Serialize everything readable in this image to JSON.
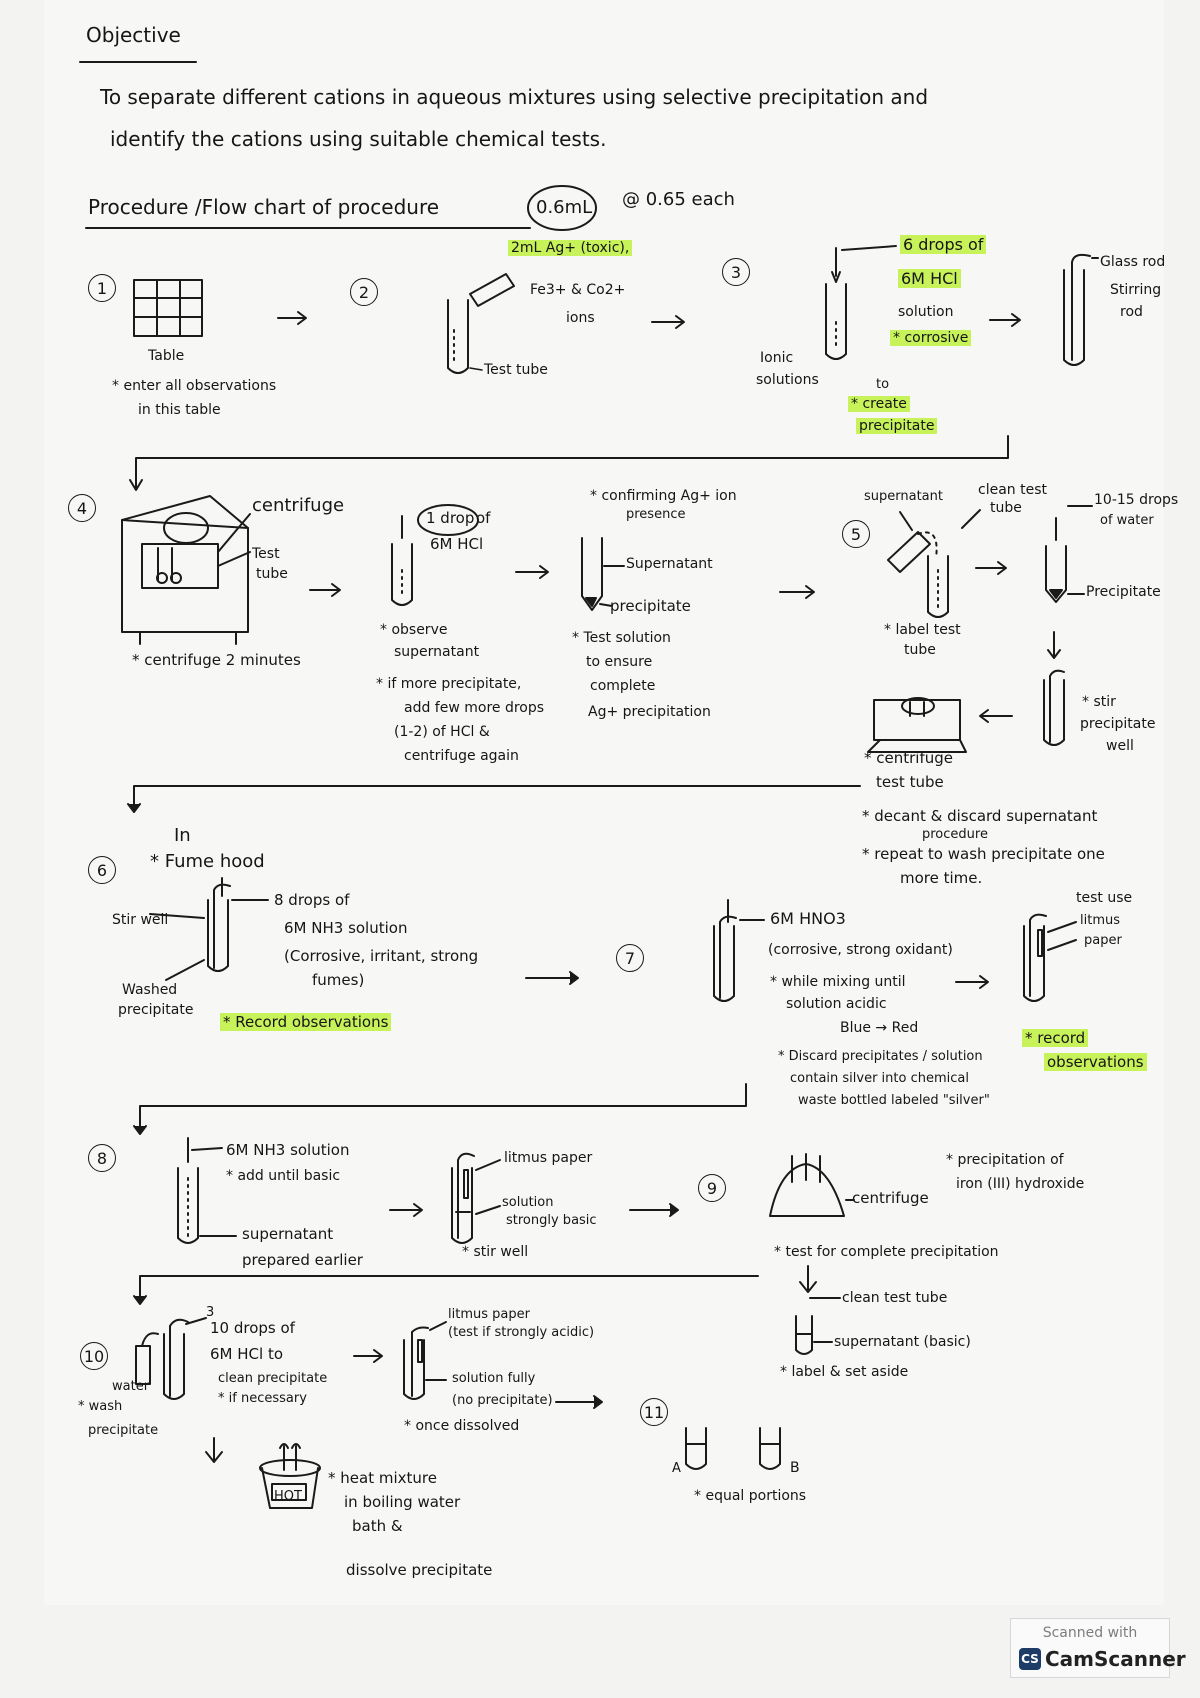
{
  "objective": {
    "heading": "Objective",
    "line1": "To separate different cations in aqueous mixtures using selective precipitation and",
    "line2": "identify the cations using suitable chemical tests."
  },
  "procedure": {
    "heading": "Procedure /Flow chart of procedure",
    "amount_circled": "0.6mL",
    "amount_note": "@ 0.65 each"
  },
  "steps": {
    "s1": {
      "num": "1",
      "table_label": "Table",
      "note1": "* enter all observations",
      "note2": "in this table"
    },
    "s2": {
      "num": "2",
      "reagent": "2mL Ag+ (toxic),",
      "ions_a": "Fe3+ & Co2+",
      "ions_b": "ions",
      "tube": "Test tube"
    },
    "s3": {
      "num": "3",
      "drops": "6 drops of",
      "hcl": "6M HCl",
      "solution": "solution",
      "corrosive": "* corrosive",
      "ionic_a": "Ionic",
      "ionic_b": "solutions",
      "to": "to",
      "create_a": "* create",
      "create_b": "precipitate",
      "glass_rod": "Glass rod",
      "stirring_a": "Stirring",
      "stirring_b": "rod"
    },
    "s4": {
      "num": "4",
      "centrifuge": "centrifuge",
      "test_a": "Test",
      "test_b": "tube",
      "centrifuge_note": "* centrifuge 2 minutes",
      "drop_circled": "1 drop",
      "drop_of": "of",
      "hcl": "6M HCl",
      "observe_a": "* observe",
      "observe_b": "supernatant",
      "more_a": "* if more precipitate,",
      "more_b": "add few more drops",
      "more_c": "(1-2) of HCl &",
      "more_d": "centrifuge again",
      "confirm_a": "* confirming Ag+ ion",
      "confirm_b": "presence",
      "supernatant": "Supernatant",
      "precipitate": "precipitate",
      "test_sol_a": "* Test solution",
      "test_sol_b": "to ensure",
      "test_sol_c": "complete",
      "test_sol_d": "Ag+ precipitation"
    },
    "s5": {
      "num": "5",
      "supernatant": "supernatant",
      "clean_a": "clean test",
      "clean_b": "tube",
      "water_a": "10-15 drops",
      "water_b": "of water",
      "precipitate": "Precipitate",
      "label_a": "* label test",
      "label_b": "tube",
      "stir_a": "* stir",
      "stir_b": "precipitate",
      "stir_c": "well",
      "centrifuge_a": "* centrifuge",
      "centrifuge_b": "test tube",
      "decant": "* decant & discard supernatant",
      "procedure_word": "procedure",
      "repeat": "* repeat to wash precipitate one",
      "more_time": "more time."
    },
    "s6": {
      "num": "6",
      "in": "In",
      "fume_hood": "* Fume hood",
      "stir_well": "Stir well",
      "drops": "8 drops of",
      "nh3": "6M NH3 solution",
      "hazard_a": "(Corrosive, irritant, strong",
      "hazard_b": "fumes)",
      "washed_a": "Washed",
      "washed_b": "precipitate",
      "record": "* Record observations"
    },
    "s7": {
      "num": "7",
      "hno3": "6M HNO3",
      "oxidant": "(corrosive, strong oxidant)",
      "mixing_a": "* while mixing until",
      "mixing_b": "solution acidic",
      "blue_red": "Blue → Red",
      "discard_a": "* Discard precipitates / solution",
      "discard_b": "contain silver into chemical",
      "discard_c": "waste bottled labeled \"silver\"",
      "test_use": "test use",
      "litmus_a": "litmus",
      "litmus_b": "paper",
      "record_a": "* record",
      "record_b": "observations"
    },
    "s8": {
      "num": "8",
      "nh3": "6M NH3 solution",
      "add": "* add until basic",
      "supernatant": "supernatant",
      "prepared": "prepared earlier",
      "litmus": "litmus paper",
      "sol_a": "solution",
      "sol_b": "strongly basic",
      "stir": "* stir well"
    },
    "s9": {
      "num": "9",
      "centrifuge": "centrifuge",
      "precip_a": "* precipitation of",
      "precip_b": "iron (III) hydroxide",
      "test": "* test for complete precipitation",
      "clean": "clean test tube",
      "supernatant": "supernatant (basic)",
      "label": "* label & set aside"
    },
    "s10": {
      "num": "10",
      "num_b": "3",
      "drops": "10 drops of",
      "hcl": "6M HCl to",
      "clean": "clean precipitate",
      "necessary": "* if necessary",
      "water": "water",
      "wash_a": "* wash",
      "wash_b": "precipitate",
      "litmus_a": "litmus paper",
      "litmus_b": "(test if strongly acidic)",
      "sol_a": "solution fully",
      "sol_b": "(no precipitate)",
      "dissolved": "* once dissolved",
      "hot": "HOT",
      "heat_a": "* heat mixture",
      "heat_b": "in boiling water",
      "heat_c": "bath &",
      "heat_d": "dissolve precipitate"
    },
    "s11": {
      "num": "11",
      "a": "A",
      "b": "B",
      "equal": "* equal portions"
    }
  },
  "stamp": {
    "top": "Scanned with",
    "badge": "CS",
    "name": "CamScanner"
  },
  "colors": {
    "highlight": "#c7f25a",
    "ink": "#161616"
  }
}
